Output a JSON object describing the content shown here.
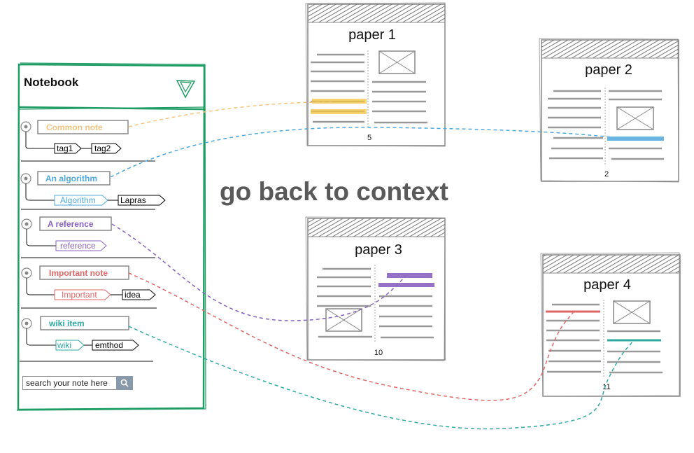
{
  "title": "go back to context",
  "notebook": {
    "title": "Notebook",
    "notes": [
      {
        "label": "Common note",
        "color": "#f7c47f",
        "tags": [
          {
            "text": "tag1",
            "color": "#000000"
          },
          {
            "text": "tag2",
            "color": "#000000"
          }
        ]
      },
      {
        "label": "An algorithm",
        "color": "#4fa9dd",
        "tags": [
          {
            "text": "Algorithm",
            "color": "#4fa9dd"
          },
          {
            "text": "Lapras",
            "color": "#000000"
          }
        ]
      },
      {
        "label": "A reference",
        "color": "#8a63c0",
        "tags": [
          {
            "text": "reference",
            "color": "#8a63c0"
          }
        ]
      },
      {
        "label": "Important note",
        "color": "#e06666",
        "tags": [
          {
            "text": "Important",
            "color": "#e06666"
          },
          {
            "text": "idea",
            "color": "#000000"
          }
        ]
      },
      {
        "label": "wiki item",
        "color": "#2ea9a2",
        "tags": [
          {
            "text": "wiki",
            "color": "#2ea9a2"
          },
          {
            "text": "emthod",
            "color": "#000000"
          }
        ]
      }
    ],
    "search_placeholder": "search your note here",
    "border_color": "#1f9c64"
  },
  "papers": [
    {
      "title": "paper 1",
      "page": "5"
    },
    {
      "title": "paper 2",
      "page": "2"
    },
    {
      "title": "paper 3",
      "page": "10"
    },
    {
      "title": "paper 4",
      "page": "11"
    }
  ]
}
